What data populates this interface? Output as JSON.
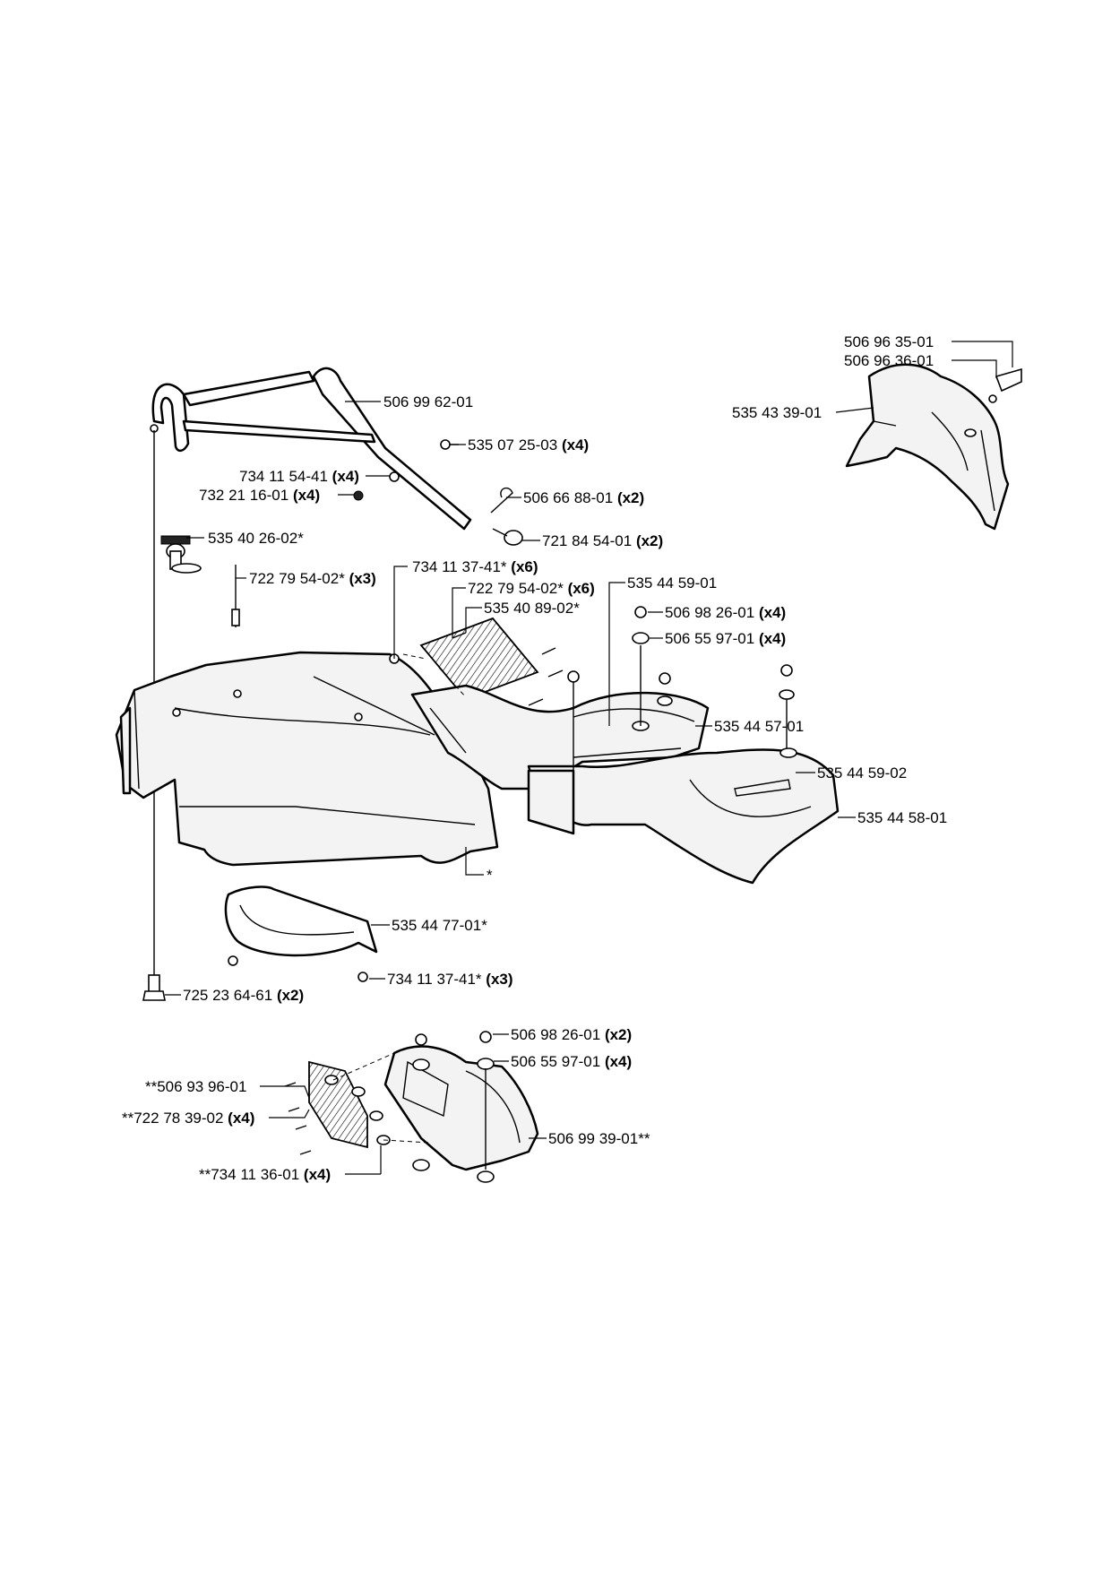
{
  "labels": [
    {
      "id": "l-506963501",
      "code": "506 96 35-01",
      "qty": ""
    },
    {
      "id": "l-506963601",
      "code": "506 96 36-01",
      "qty": ""
    },
    {
      "id": "l-535433901",
      "code": "535 43 39-01",
      "qty": ""
    },
    {
      "id": "l-506996201",
      "code": "506 99 62-01",
      "qty": ""
    },
    {
      "id": "l-535072503",
      "code": "535 07 25-03",
      "qty": "(x4)"
    },
    {
      "id": "l-734115441",
      "code": "734 11 54-41",
      "qty": "(x4)"
    },
    {
      "id": "l-732211601",
      "code": "732 21 16-01",
      "qty": "(x4)"
    },
    {
      "id": "l-506668801",
      "code": "506 66 88-01",
      "qty": "(x2)"
    },
    {
      "id": "l-535402602",
      "code": "535 40 26-02*",
      "qty": ""
    },
    {
      "id": "l-721845401",
      "code": "721 84 54-01",
      "qty": "(x2)"
    },
    {
      "id": "l-734113741a",
      "code": "734 11 37-41*",
      "qty": "(x6)"
    },
    {
      "id": "l-722795402a",
      "code": "722 79 54-02*",
      "qty": "(x3)"
    },
    {
      "id": "l-722795402b",
      "code": "722 79 54-02*",
      "qty": "(x6)"
    },
    {
      "id": "l-535445901",
      "code": "535 44 59-01",
      "qty": ""
    },
    {
      "id": "l-535408902",
      "code": "535 40 89-02*",
      "qty": ""
    },
    {
      "id": "l-506982601a",
      "code": "506 98 26-01",
      "qty": "(x4)"
    },
    {
      "id": "l-506559701a",
      "code": "506 55 97-01",
      "qty": "(x4)"
    },
    {
      "id": "l-535445701",
      "code": "535 44 57-01",
      "qty": ""
    },
    {
      "id": "l-535445902",
      "code": "535 44 59-02",
      "qty": ""
    },
    {
      "id": "l-535445801",
      "code": "535 44 58-01",
      "qty": ""
    },
    {
      "id": "l-star",
      "code": "*",
      "qty": ""
    },
    {
      "id": "l-535447701",
      "code": "535 44 77-01*",
      "qty": ""
    },
    {
      "id": "l-734113741b",
      "code": "734 11 37-41*",
      "qty": "(x3)"
    },
    {
      "id": "l-725236461",
      "code": "725 23 64-61",
      "qty": "(x2)"
    },
    {
      "id": "l-506982601b",
      "code": "506 98 26-01",
      "qty": "(x2)"
    },
    {
      "id": "l-506559701b",
      "code": "506 55 97-01",
      "qty": "(x4)"
    },
    {
      "id": "l-506939601",
      "code": "**506 93 96-01",
      "qty": ""
    },
    {
      "id": "l-722783902",
      "code": "**722 78 39-02",
      "qty": "(x4)"
    },
    {
      "id": "l-506993901",
      "code": "506 99 39-01**",
      "qty": ""
    },
    {
      "id": "l-734113601",
      "code": "**734 11 36-01",
      "qty": "(x4)"
    }
  ]
}
